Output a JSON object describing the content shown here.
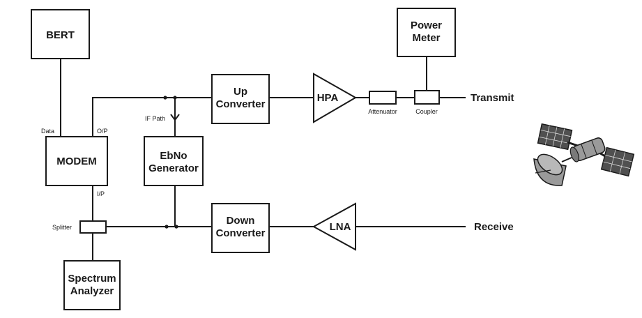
{
  "blocks": {
    "bert": "BERT",
    "modem": "MODEM",
    "ebno": [
      "EbNo",
      "Generator"
    ],
    "up_converter": [
      "Up",
      "Converter"
    ],
    "down_converter": [
      "Down",
      "Converter"
    ],
    "hpa": "HPA",
    "lna": "LNA",
    "power_meter": [
      "Power",
      "Meter"
    ],
    "spectrum_analyzer": [
      "Spectrum",
      "Analyzer"
    ]
  },
  "labels": {
    "data": "Data",
    "op": "O/P",
    "ip": "I/P",
    "if_path": "IF Path",
    "splitter": "Splitter",
    "attenuator": "Attenuator",
    "coupler": "Coupler"
  },
  "endpoints": {
    "transmit": "Transmit",
    "receive": "Receive"
  },
  "icons": {
    "satellite": "satellite-icon"
  },
  "colors": {
    "line": "#1a1a1a",
    "satellite_panel": "#4a4a4a",
    "satellite_body": "#9a9a9a"
  }
}
